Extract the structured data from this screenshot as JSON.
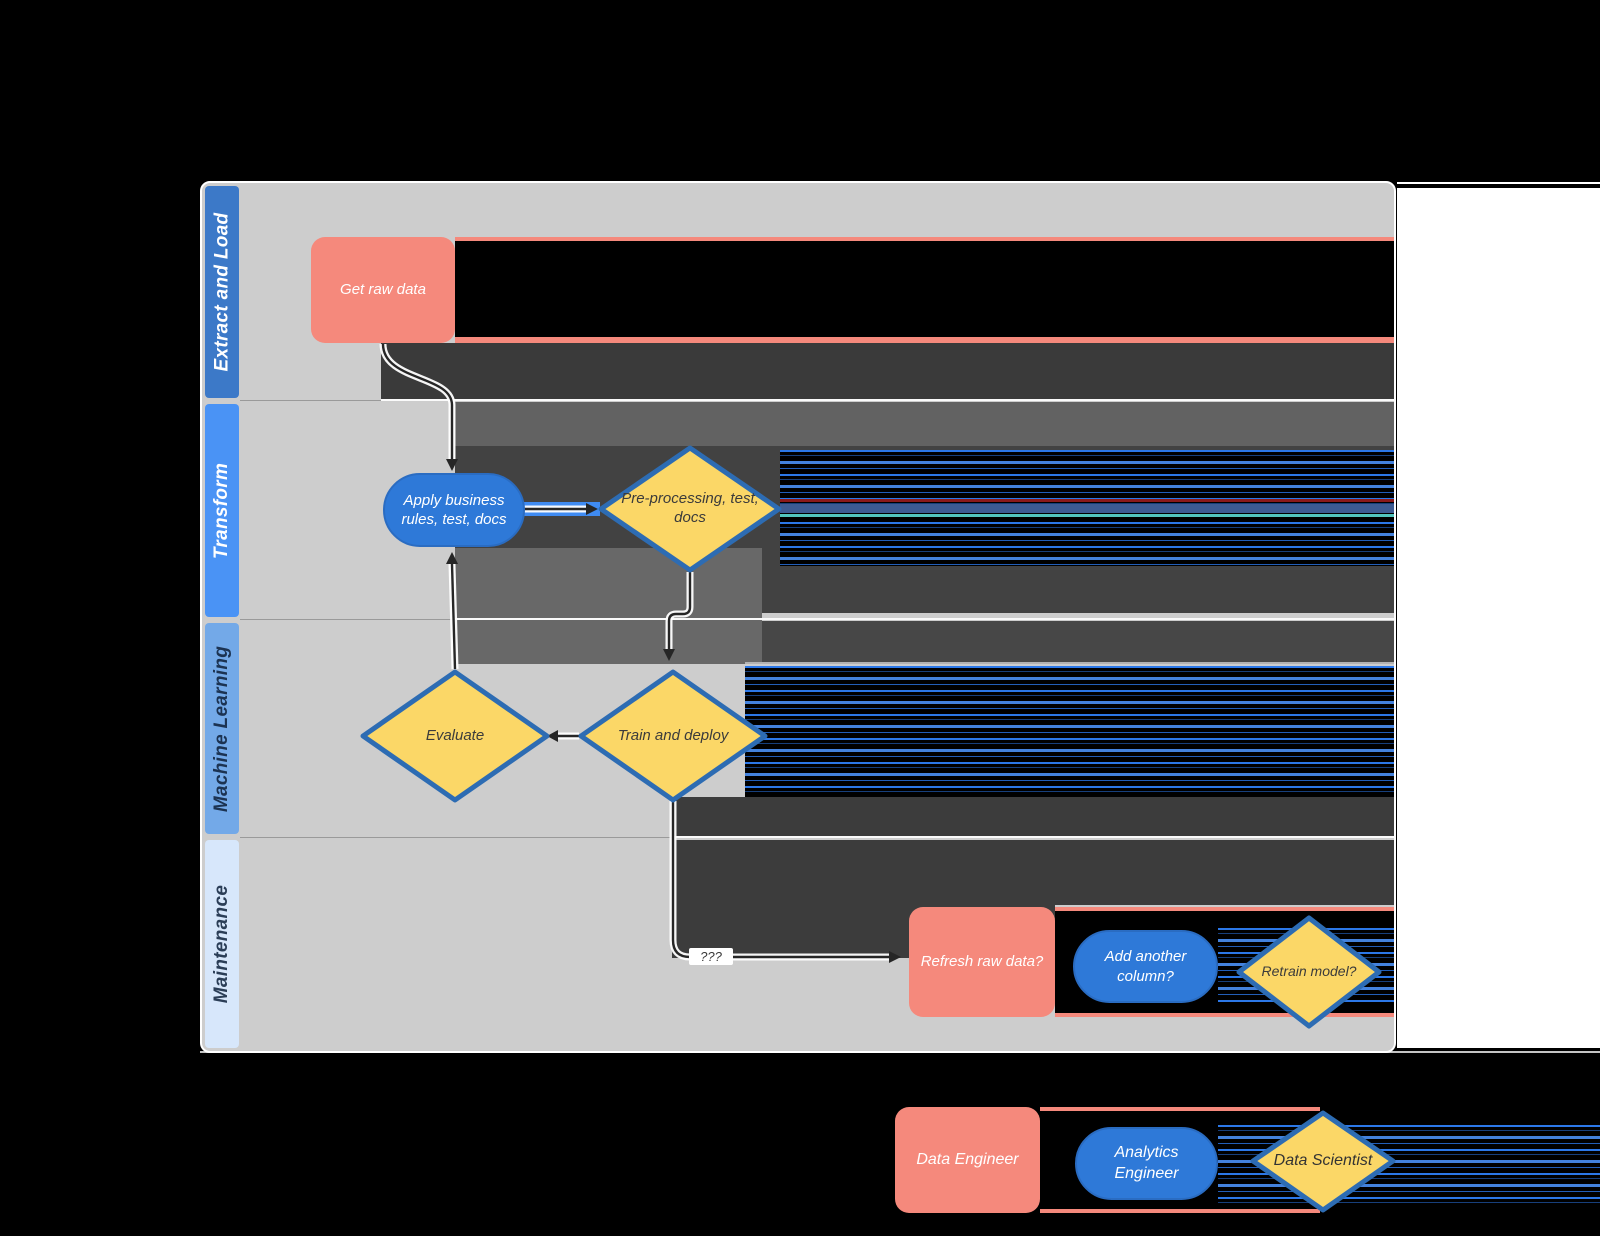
{
  "lanes": [
    {
      "label": "Extract and Load",
      "color": "#3c79c8",
      "text_color": "#ffffff"
    },
    {
      "label": "Transform",
      "color": "#4a93f5",
      "text_color": "#ffffff"
    },
    {
      "label": "Machine Learning",
      "color": "#73a9e8",
      "text_color": "#1c3352"
    },
    {
      "label": "Maintenance",
      "color": "#d7e7fb",
      "text_color": "#2b3e57"
    }
  ],
  "nodes": {
    "get_raw_data": {
      "label": "Get raw data",
      "shape": "rounded-rectangle",
      "role": "Data Engineer"
    },
    "apply_rules": {
      "label": "Apply business rules, test, docs",
      "shape": "stadium",
      "role": "Analytics Engineer"
    },
    "preprocessing": {
      "label": "Pre-processing, test, docs",
      "shape": "diamond",
      "role": "Data Scientist"
    },
    "evaluate": {
      "label": "Evaluate",
      "shape": "diamond",
      "role": "Data Scientist"
    },
    "train_deploy": {
      "label": "Train and deploy",
      "shape": "diamond",
      "role": "Data Scientist"
    },
    "refresh_raw": {
      "label": "Refresh raw data?",
      "shape": "rounded-rectangle",
      "role": "Data Engineer"
    },
    "add_column": {
      "label": "Add another column?",
      "shape": "stadium",
      "role": "Analytics Engineer"
    },
    "retrain": {
      "label": "Retrain model?",
      "shape": "diamond",
      "role": "Data Scientist"
    }
  },
  "connectors": {
    "maintenance_label": "???"
  },
  "legend": {
    "items": [
      {
        "label": "Data Engineer",
        "shape": "rounded-rectangle",
        "color": "#f5897c"
      },
      {
        "label": "Analytics Engineer",
        "shape": "stadium",
        "color": "#2e79d8"
      },
      {
        "label": "Data Scientist",
        "shape": "diamond",
        "color": "#fbd767"
      }
    ]
  },
  "colors": {
    "salmon": "#f5897c",
    "blue_shape": "#2e79d8",
    "yellow_diamond": "#fbd767",
    "diamond_border": "#2d6cb3",
    "canvas_gray": "#cdcdcd",
    "tile_dark": "#3c3c3c",
    "tile_medium": "#686868",
    "stripe_blue": "#2e7ef5",
    "page_bg": "#000000",
    "right_margin_bg": "#ffffff"
  }
}
